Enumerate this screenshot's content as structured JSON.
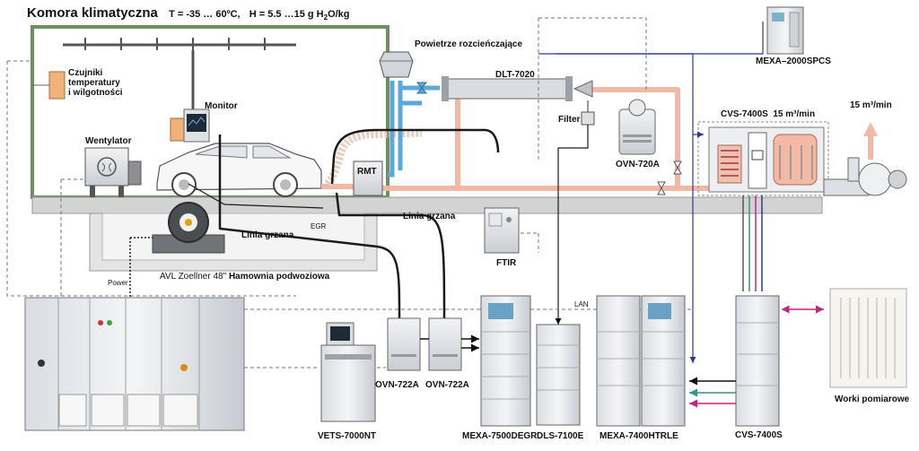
{
  "title": {
    "main": "Komora klimatyczna",
    "temp": "T = -35 … 60ºC,",
    "humidity_prefix": "H = 5.5 …15 g H",
    "humidity_sub": "2",
    "humidity_suffix": "O/kg"
  },
  "labels": {
    "sensors": [
      "Czujniki",
      "temperatury",
      "i wilgotności"
    ],
    "monitor": "Monitor",
    "fan": "Wentylator",
    "dilution_air": "Powietrze rozcieńczające",
    "dlt": "DLT-7020",
    "mexa_spcs": "MEXA–2000SPCS",
    "filter": "Filter",
    "ovn720": "OVN-720A",
    "cvs_top": "CVS-7400S",
    "cvs_flow": "15 m³/min",
    "flow_right": "15 m³/min",
    "rmt": "RMT",
    "egr": "EGR",
    "heated_line_1": "Linia grzana",
    "heated_line_2": "Linia grzana",
    "ftir": "FTIR",
    "dyno_prefix": "AVL Zoellner 48\"",
    "dyno": "Hamownia podwoziowa",
    "power": "Power",
    "lan": "LAN",
    "ovn722_a": "OVN-722A",
    "ovn722_b": "OVN-722A",
    "vets": "VETS-7000NT",
    "mexa7500": "MEXA-7500DEGR",
    "dls": "DLS-7100E",
    "mexa7400": "MEXA-7400HTRLE",
    "cvs_bottom": "CVS-7400S",
    "bags": "Worki pomiarowe"
  },
  "colors": {
    "chamber_wall": "#6f8f5e",
    "floor": "#cfcfcf",
    "heated_line": "#1a1a1a",
    "exhaust_pipe": "#f2b8a6",
    "dilution_pipe": "#5aa9dd",
    "signal_blue": "#2b3a8f",
    "signal_magenta": "#c0277f",
    "signal_teal": "#3c8f86"
  }
}
